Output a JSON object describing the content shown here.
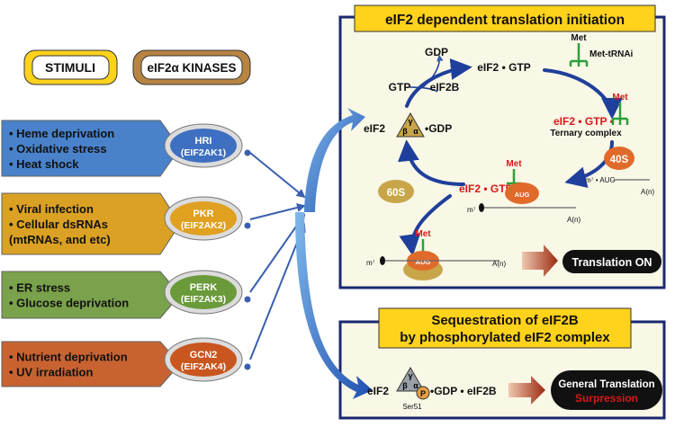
{
  "header_labels": {
    "stimuli": "STIMULI",
    "kinases": "eIF2α KINASES"
  },
  "stimuli_groups": [
    {
      "color": "#3a78c7",
      "lines": [
        "Heme deprivation",
        "Oxidative stress",
        "Heat shock"
      ]
    },
    {
      "color": "#d99a12",
      "lines": [
        "Viral infection",
        "Cellular dsRNAs",
        "(mtRNAs, and etc)"
      ]
    },
    {
      "color": "#6f9a3c",
      "lines": [
        "ER stress",
        "Glucose deprivation"
      ]
    },
    {
      "color": "#c45620",
      "lines": [
        "Nutrient deprivation",
        "UV irradiation"
      ]
    }
  ],
  "kinases": [
    {
      "name": "HRI",
      "gene": "(EIF2AK1)",
      "color": "#3f6fc0"
    },
    {
      "name": "PKR",
      "gene": "(EIF2AK2)",
      "color": "#e0a020"
    },
    {
      "name": "PERK",
      "gene": "(EIF2AK3)",
      "color": "#6a9a3a"
    },
    {
      "name": "GCN2",
      "gene": "(EIF2AK4)",
      "color": "#c8561e"
    }
  ],
  "top_panel": {
    "title": "eIF2 dependent translation initiation",
    "gdp": "GDP",
    "gtp": "GTP",
    "eif2b": "eIF2B",
    "eif2_gtp": "eIF2 • GTP",
    "met": "Met",
    "met_trna": "Met-tRNAi",
    "ternary_eif2gtp": "eIF2 • GTP •",
    "ternary_complex": "Ternary complex",
    "eif2": "eIF2",
    "dot_gdp": "•GDP",
    "subunit_gamma": "γ",
    "subunit_beta": "β",
    "subunit_alpha": "α",
    "s40": "40S",
    "s60": "60S",
    "aug": "AUG",
    "m7": "m⁷",
    "polya": "A(n)",
    "m7_aug": "m⁷ • AUG",
    "translation_on": "Translation ON"
  },
  "bottom_panel": {
    "title_line1": "Sequestration of eIF2B",
    "title_line2": "by phosphorylated eIF2 complex",
    "eif2": "eIF2",
    "p": "P",
    "ser51": "Ser51",
    "complex_rest": "•GDP • eIF2B",
    "result_line1": "General Translation",
    "result_line2": "Surpression"
  },
  "colors": {
    "panel_border": "#1a2870",
    "panel_bg": "#f9f7e6",
    "title_yellow": "#ffd21c",
    "arrow_blue": "#1f3f9c",
    "met_green": "#2aa13a",
    "red_text": "#d61a1a",
    "ribosome_orange": "#e06a2a",
    "ribosome_tan": "#c9a54a"
  }
}
